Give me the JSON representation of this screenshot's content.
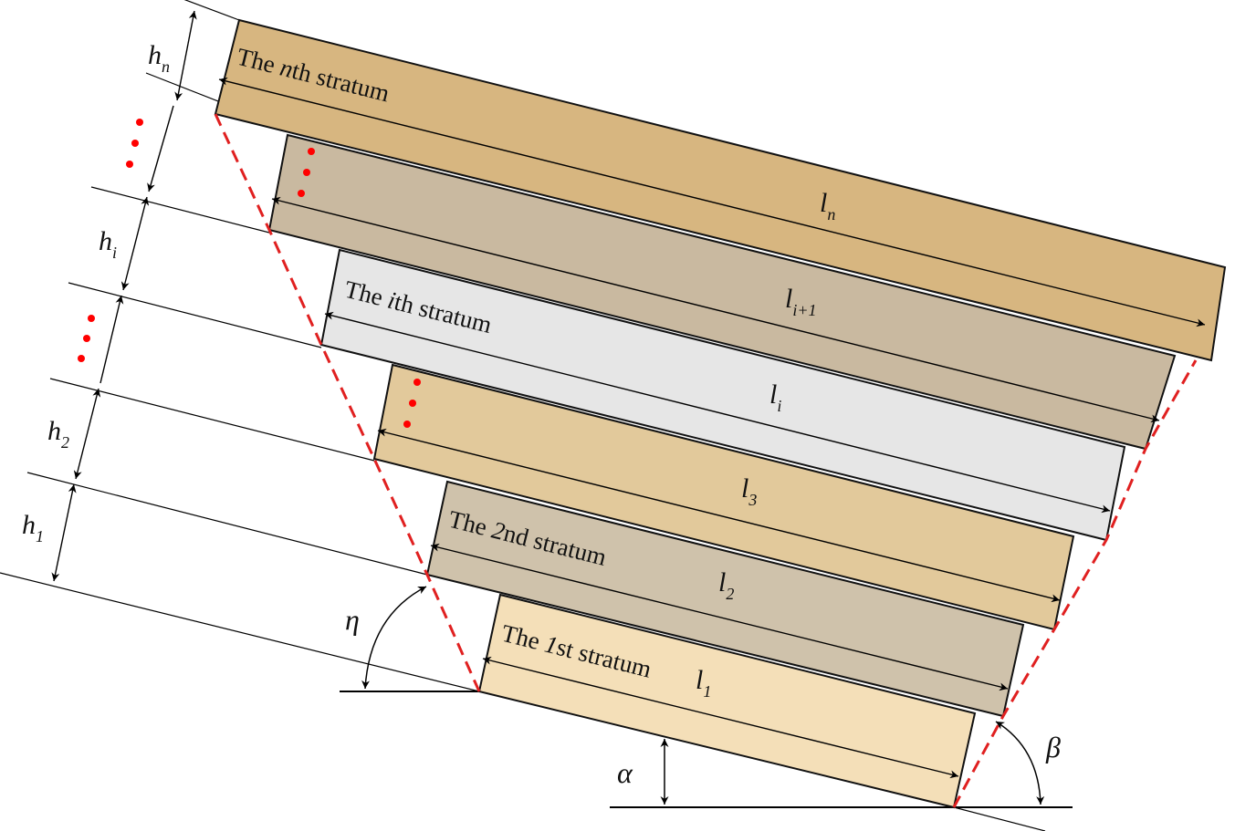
{
  "strata": [
    {
      "id": "n",
      "name_pre": "The ",
      "name_it": "n",
      "name_post": "th stratum",
      "length_base": "l",
      "length_sub": "n",
      "fill": "#d7b680"
    },
    {
      "id": "i1",
      "name_pre": "",
      "name_it": "",
      "name_post": "",
      "length_base": "l",
      "length_sub": "i+1",
      "fill": "#c9b9a0"
    },
    {
      "id": "i",
      "name_pre": "The ",
      "name_it": "i",
      "name_post": "th stratum",
      "length_base": "l",
      "length_sub": "i",
      "fill": "#e6e6e6"
    },
    {
      "id": "3",
      "name_pre": "",
      "name_it": "",
      "name_post": "",
      "length_base": "l",
      "length_sub": "3",
      "fill": "#e2c99b"
    },
    {
      "id": "2",
      "name_pre": "The ",
      "name_it": "2",
      "name_post": "nd stratum",
      "length_base": "l",
      "length_sub": "2",
      "fill": "#cfc2ab"
    },
    {
      "id": "1",
      "name_pre": "The ",
      "name_it": "1",
      "name_post": "st stratum",
      "length_base": "l",
      "length_sub": "1",
      "fill": "#f4dfb8"
    }
  ],
  "thickness_labels": [
    {
      "base": "h",
      "sub": "n"
    },
    {
      "base": "h",
      "sub": "i"
    },
    {
      "base": "h",
      "sub": "2"
    },
    {
      "base": "h",
      "sub": "1"
    }
  ],
  "angles": {
    "eta": "η",
    "alpha": "α",
    "beta": "β"
  },
  "colors": {
    "boundary": "#e02020",
    "ellipsis": "#ff0000",
    "line": "#000000"
  }
}
